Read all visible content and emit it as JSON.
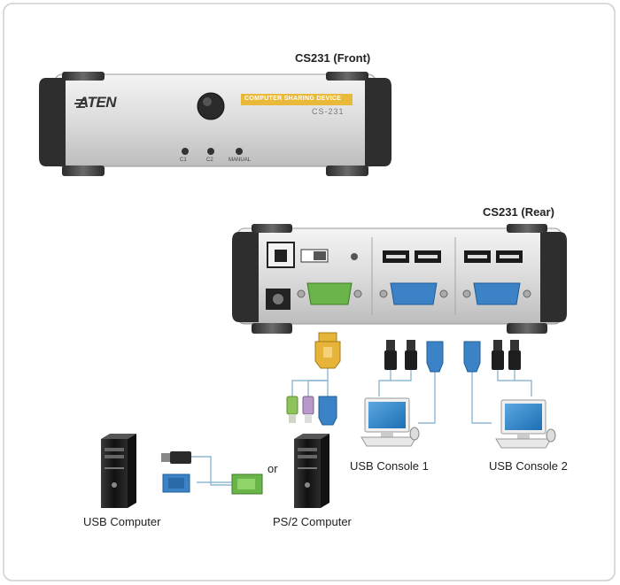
{
  "front": {
    "title": "CS231 (Front)",
    "brand": "ATEN",
    "banner": "COMPUTER SHARING DEVICE",
    "model": "CS-231",
    "leds": [
      "C1",
      "C2",
      "MANUAL"
    ]
  },
  "rear": {
    "title": "CS231 (Rear)"
  },
  "labels": {
    "usb_console_1": "USB Console 1",
    "usb_console_2": "USB Console 2",
    "usb_computer": "USB Computer",
    "ps2_computer": "PS/2 Computer",
    "or": "or"
  },
  "colors": {
    "background": "#ffffff",
    "frame": "#c9c9c9",
    "device_body": "#e4e4e4",
    "device_end_cap": "#3a3a3a",
    "banner": "#e9b93a",
    "vga_blue": "#3b83c6",
    "vga_green": "#6ab54a",
    "vga_yellow": "#e7b43a",
    "ps2_green": "#8dc35a",
    "ps2_purple": "#b79ac9",
    "cable": "#8fb8d6",
    "tower": "#1f1f1f"
  }
}
